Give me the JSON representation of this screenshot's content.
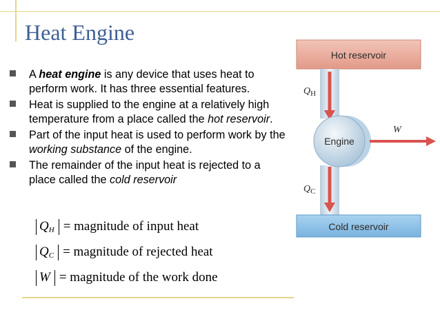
{
  "slide": {
    "title": "Heat Engine",
    "bullets": [
      {
        "segments": [
          {
            "text": "A ",
            "style": ""
          },
          {
            "text": "heat engine",
            "style": "bi"
          },
          {
            "text": " is any device that uses heat to perform work.  It has three essential features.",
            "style": ""
          }
        ]
      },
      {
        "segments": [
          {
            "text": "Heat is supplied to the engine at a relatively high temperature from a place called the ",
            "style": ""
          },
          {
            "text": "hot reservoir",
            "style": "i"
          },
          {
            "text": ".",
            "style": ""
          }
        ]
      },
      {
        "segments": [
          {
            "text": "Part of the input heat is used to perform work by the ",
            "style": ""
          },
          {
            "text": "working substance",
            "style": "i"
          },
          {
            "text": " of the engine.",
            "style": ""
          }
        ]
      },
      {
        "segments": [
          {
            "text": "The remainder of the input heat is rejected to a place called the ",
            "style": ""
          },
          {
            "text": "cold reservoir",
            "style": "i"
          }
        ]
      }
    ],
    "equations": [
      {
        "symbol": "Q",
        "sub": "H",
        "text": "= magnitude of input heat"
      },
      {
        "symbol": "Q",
        "sub": "C",
        "text": "= magnitude of rejected heat"
      },
      {
        "symbol": "W",
        "sub": "",
        "text": "= magnitude of the work done"
      }
    ]
  },
  "diagram": {
    "hot_reservoir": "Hot reservoir",
    "cold_reservoir": "Cold reservoir",
    "engine": "Engine",
    "q_hot": "Q",
    "q_hot_sub": "H",
    "q_cold": "Q",
    "q_cold_sub": "C",
    "work": "W",
    "colors": {
      "hot": "#e7a99b",
      "cold": "#8fc3e8",
      "arrow": "#d9534f",
      "engine": "#cfe0ee"
    }
  }
}
